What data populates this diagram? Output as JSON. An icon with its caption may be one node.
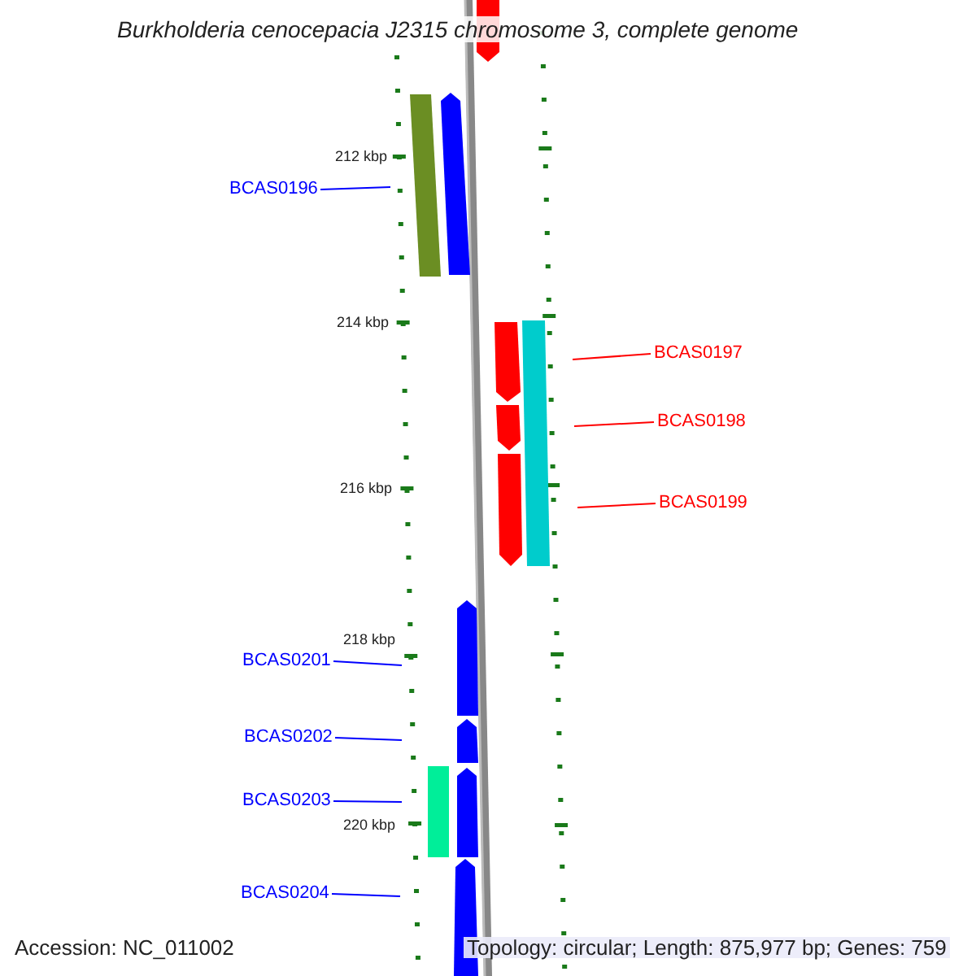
{
  "diagram": {
    "title": "Burkholderia cenocepacia J2315 chromosome 3, complete genome",
    "nodes": [
      {
        "text": [
          "BCAS0196"
        ]
      },
      {
        "text": [
          "BCAS0197"
        ]
      },
      {
        "text": [
          "BCAS0198"
        ]
      },
      {
        "text": [
          "BCAS0199"
        ]
      },
      {
        "text": [
          "BCAS0201"
        ]
      },
      {
        "text": [
          "BCAS0202"
        ]
      },
      {
        "text": [
          "BCAS0203"
        ]
      },
      {
        "text": [
          "BCAS0204"
        ]
      }
    ],
    "edges": [
      {
        "from": 0,
        "to": null,
        "arrow": "none"
      },
      {
        "from": 1,
        "to": null,
        "arrow": "none",
        "color": "#ff0000"
      },
      {
        "from": 2,
        "to": null,
        "arrow": "none",
        "color": "#ff0000"
      },
      {
        "from": 3,
        "to": null,
        "arrow": "none",
        "color": "#ff0000"
      },
      {
        "from": 4,
        "to": null,
        "arrow": "none"
      },
      {
        "from": 5,
        "to": null,
        "arrow": "none"
      },
      {
        "from": 6,
        "to": null,
        "arrow": "none"
      },
      {
        "from": 7,
        "to": null,
        "arrow": "none"
      }
    ],
    "labels": [
      "212 kbp",
      "214 kbp",
      "216 kbp",
      "218 kbp",
      "220 kbp",
      "Accession: NC_011002",
      "Topology: circular; Length: 875,977 bp; Genes: 759"
    ]
  }
}
